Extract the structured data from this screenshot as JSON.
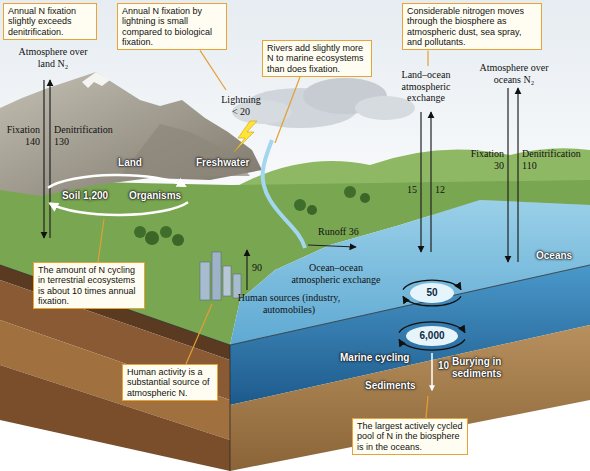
{
  "diagram": {
    "nodes": [
      {
        "text": [
          "Annual N fixation slightly exceeds denitrification."
        ]
      },
      {
        "text": [
          "Annual N fixation by lightning is small compared to biological fixation."
        ]
      },
      {
        "text": [
          "Rivers add slightly more N to marine ecosystems than does fixation."
        ]
      },
      {
        "text": [
          "Considerable nitrogen moves through the biosphere as atmospheric dust, sea spray, and pollutants."
        ]
      },
      {
        "text": [
          "The amount of N cycling in terrestrial ecosystems is about 10 times annual fixation."
        ]
      },
      {
        "text": [
          "Human activity is a substantial source of atmospheric N."
        ]
      },
      {
        "text": [
          "The largest actively cycled pool of N in the biosphere is in the oceans."
        ]
      }
    ],
    "labels": [
      "Atmosphere over land N₂",
      "Fixation",
      "140",
      "Denitrification",
      "130",
      "Lightning",
      "< 20",
      "Land",
      "Soil 1,200",
      "Organisms",
      "Freshwater",
      "Land–ocean atmospheric exchange",
      "15",
      "12",
      "Atmosphere over oceans N₂",
      "Fixation",
      "30",
      "Denitrification",
      "110",
      "Runoff 36",
      "Oceans",
      "90",
      "Ocean–ocean atmospheric exchange",
      "Human sources (industry, automobiles)",
      "50",
      "6,000",
      "Marine cycling",
      "10",
      "Burying in sediments",
      "Sediments"
    ]
  }
}
